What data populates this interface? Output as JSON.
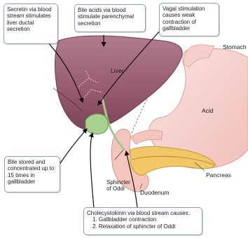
{
  "callouts": {
    "secretin": "Secretin via blood stream stimulates liver ductal secretion",
    "bile_acids": "Bile acids via blood stimulate parenchymal secretion",
    "vagal": "Vagal stimulation causes weak contraction of gallbladder",
    "bile_stored": "Bile stored and concentrated up to 15 times in gallbladder",
    "cholecystokinin": {
      "title": "Cholecystokinin via blood stream causes:",
      "items": [
        "1. Gallbladder contraction",
        "2. Relaxation of sphincter of Oddi"
      ]
    }
  },
  "labels": {
    "liver": "Liver",
    "stomach": "Stomach",
    "acid": "Acid",
    "pancreas": "Pancreas",
    "sphincter": "Sphincter of Oddi",
    "duodenum": "Duodenum"
  },
  "colors": {
    "liver": "#9a5f74",
    "stomach": "#f6d2cf",
    "duodenum": "#f5c8bf",
    "pancreas": "#f2c766",
    "gallbladder": "#a8d190",
    "arrow": "#111111"
  }
}
